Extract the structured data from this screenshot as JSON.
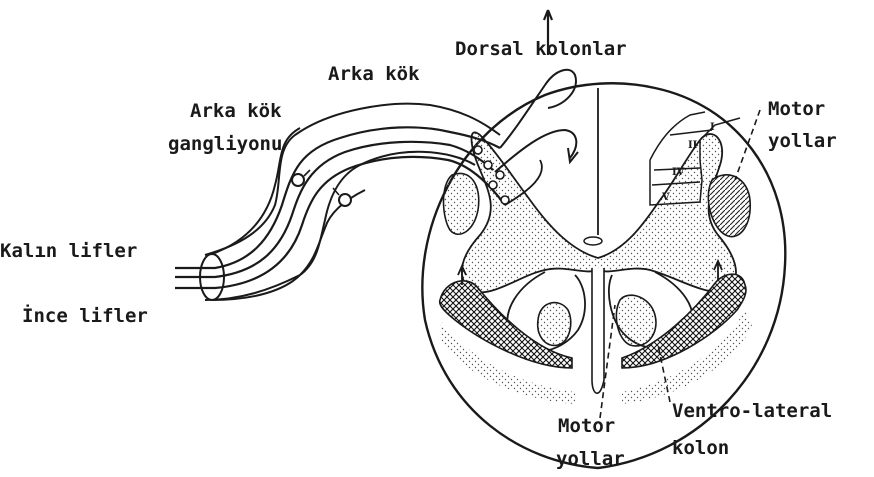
{
  "labels": {
    "dorsal_columns": "Dorsal kolonlar",
    "dorsal_root": "Arka kök",
    "dorsal_root_ganglion_line1": "Arka kök",
    "dorsal_root_ganglion_line2": "gangliyonu",
    "thick_fibers": "Kalın lifler",
    "thin_fibers": "İnce lifler",
    "motor_tracts_right_line1": "Motor",
    "motor_tracts_right_line2": "yollar",
    "motor_tracts_bottom_line1": "Motor",
    "motor_tracts_bottom_line2": "yollar",
    "ventrolateral_column_line1": "Ventro-lateral",
    "ventrolateral_column_line2": "kolon"
  },
  "lamina_marks": [
    "I",
    "II",
    "IV",
    "V"
  ],
  "colors": {
    "ink": "#1a1a1a",
    "paper": "#ffffff"
  }
}
